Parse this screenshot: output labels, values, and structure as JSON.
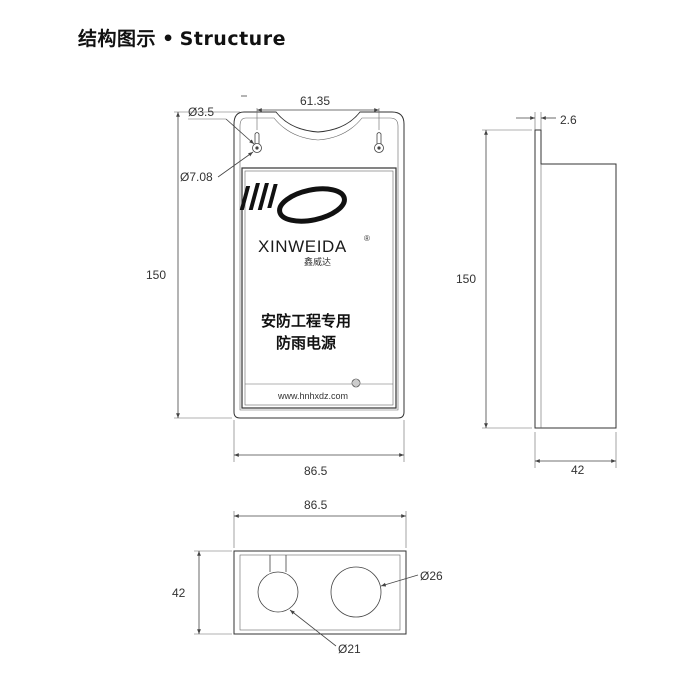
{
  "header": {
    "title_cn": "结构图示",
    "separator": "•",
    "title_en": "Structure"
  },
  "front_view": {
    "dim_top_width": "61.35",
    "dim_hole_small": "Ø3.5",
    "dim_hole_large": "Ø7.08",
    "dim_height": "150",
    "dim_width": "86.5",
    "brand_name": "XINWEIDA",
    "brand_mark": "®",
    "brand_cn": "鑫威达",
    "product_line1": "安防工程专用",
    "product_line2": "防雨电源",
    "website": "www.hnhxdz.com"
  },
  "side_view": {
    "dim_thickness": "2.6",
    "dim_height": "150",
    "dim_depth": "42"
  },
  "bottom_view": {
    "dim_width": "86.5",
    "dim_height": "42",
    "dim_hole_large": "Ø26",
    "dim_hole_small": "Ø21"
  }
}
